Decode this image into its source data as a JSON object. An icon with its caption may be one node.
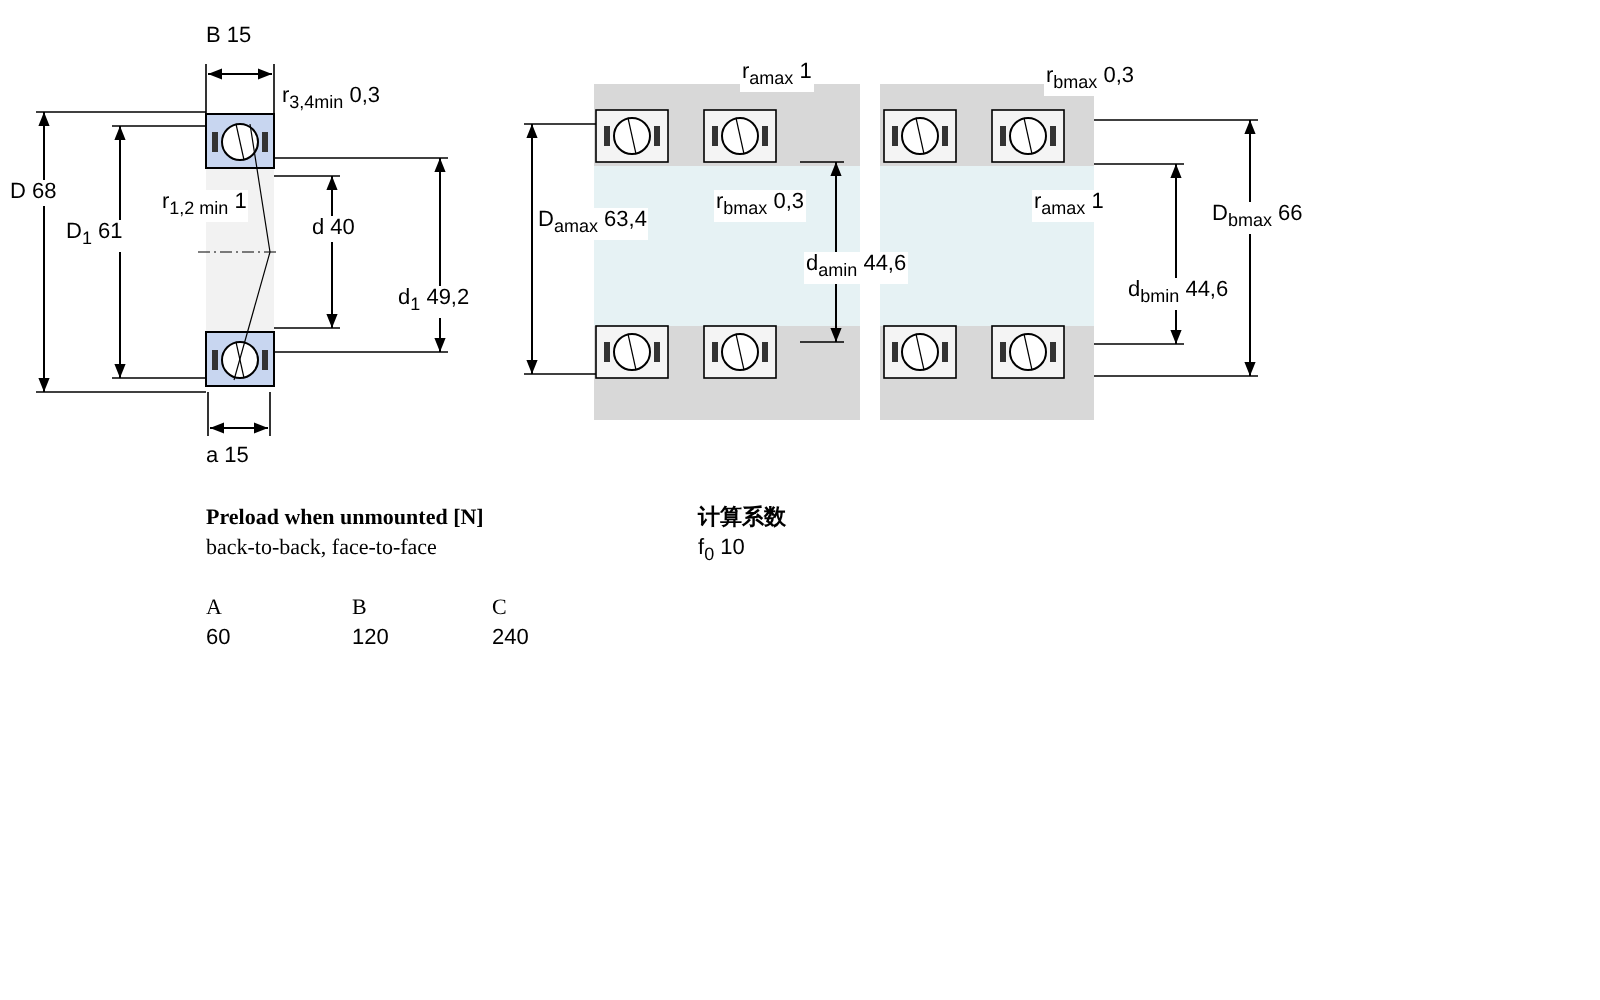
{
  "diagram": {
    "labels": [
      "B 15",
      "r$_{3,4min}$ 0,3",
      "D 68",
      "r$_{1,2 min}$ 1",
      "D$_{1}$ 61",
      "d 40",
      "d$_{1}$ 49,2",
      "a 15",
      "r$_{amax}$ 1",
      "r$_{bmax}$ 0,3",
      "D$_{amax}$ 63,4",
      "r$_{bmax}$ 0,3",
      "r$_{amax}$ 1",
      "d$_{amin}$ 44,6",
      "D$_{bmax}$ 66",
      "d$_{bmin}$ 44,6",
      "Preload when unmounted [N]",
      "计算系数",
      "back-to-back, face-to-face",
      "f$_{0}$ 10",
      "A",
      "B",
      "C",
      "60",
      "120",
      "240"
    ]
  }
}
